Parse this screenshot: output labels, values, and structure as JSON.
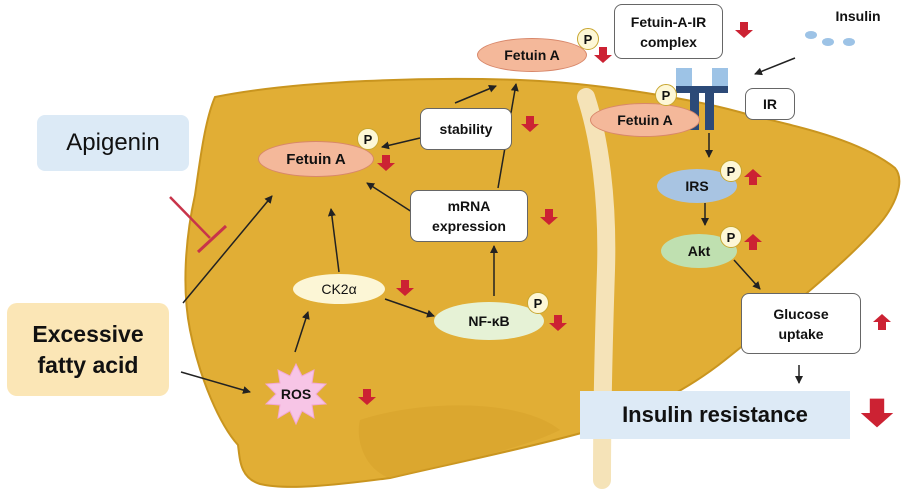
{
  "labels": {
    "apigenin": "Apigenin",
    "excessive_fatty_acid": "Excessive\nfatty acid",
    "fetuin_a_top": "Fetuin A",
    "fetuin_a_left": "Fetuin A",
    "fetuin_a_right": "Fetuin A",
    "fetuin_a_ir_complex": "Fetuin-A-IR\ncomplex",
    "insulin": "Insulin",
    "ir": "IR",
    "stability": "stability",
    "mrna_expression": "mRNA\nexpression",
    "ck2a": "CK2α",
    "nfkb": "NF-κB",
    "ros": "ROS",
    "irs": "IRS",
    "akt": "Akt",
    "glucose_uptake": "Glucose\nuptake",
    "insulin_resistance": "Insulin resistance",
    "phospho": "P"
  },
  "colors": {
    "liver": "#e1ae35",
    "liver_edge": "#c9951f",
    "up_down_arrow": "#cc2233",
    "apigenin_bg": "#dceaf6",
    "fatty_acid_bg": "#fbe6b6",
    "fetuin_fill": "#f4b89a",
    "ck2a_fill": "#fcf6d6",
    "nfkb_fill": "#e6f2d6",
    "irs_fill": "#a8c4e2",
    "akt_fill": "#bfe0b0",
    "ros_fill": "#f7c5e6",
    "receptor": "#2c4a78",
    "insulin_dot": "#9dc3e6",
    "resistance_bg": "#ddeaf6"
  },
  "arrows": {
    "fetuin_a_top": "down",
    "fetuin_a_ir_complex": "down",
    "fetuin_a_left": "down",
    "stability": "down",
    "mrna_expression": "down",
    "ck2a": "down",
    "nfkb": "down",
    "ros": "down",
    "irs": "up",
    "akt": "up",
    "glucose_uptake": "up",
    "insulin_resistance": "down"
  }
}
